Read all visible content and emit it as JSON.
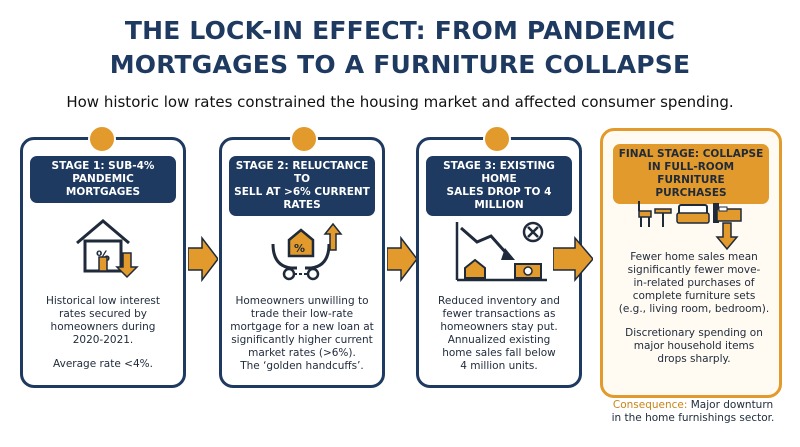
{
  "title_line1": "THE LOCK-IN EFFECT: FROM PANDEMIC",
  "title_line2": "MORTGAGES TO A FURNITURE COLLAPSE",
  "subtitle": "How historic low rates constrained the housing market and affected consumer spending.",
  "stages": [
    {
      "heading_lines": [
        "STAGE 1: SUB-4%",
        "PANDEMIC MORTGAGES"
      ],
      "desc_lines": [
        "Historical low interest",
        "rates secured by",
        "homeowners during",
        "2020-2021."
      ],
      "desc2_lines": [
        "Average rate <4%."
      ],
      "icon": "house-percent-down-icon"
    },
    {
      "heading_lines": [
        "STAGE 2: RELUCTANCE TO",
        "SELL AT >6% CURRENT",
        "RATES"
      ],
      "desc_lines": [
        "Homeowners unwilling to",
        "trade their low-rate",
        "mortgage for a new loan at",
        "significantly higher current",
        "market rates (>6%).",
        "The ‘golden handcuffs’."
      ],
      "icon": "handcuffed-hands-house-icon"
    },
    {
      "heading_lines": [
        "STAGE 3: EXISTING HOME",
        "SALES DROP TO 4",
        "MILLION"
      ],
      "desc_lines": [
        "Reduced inventory and",
        "fewer transactions as",
        "homeowners stay put.",
        "Annualized existing",
        "home sales fall below",
        "4 million units."
      ],
      "icon": "declining-sales-chart-icon"
    },
    {
      "heading_lines": [
        "FINAL STAGE: COLLAPSE",
        "IN FULL-ROOM FURNITURE",
        "PURCHASES"
      ],
      "desc_lines": [
        "Fewer home sales mean",
        "significantly fewer move-",
        "in-related purchases of",
        "complete furniture sets",
        "(e.g., living room, bedroom)."
      ],
      "desc2_lines": [
        "Discretionary spending on",
        "major household items",
        "drops sharply."
      ],
      "icon": "furniture-down-icon"
    }
  ],
  "consequence": {
    "label": "Consequence:",
    "line1_rest": " Major downturn",
    "line2": "in the home furnishings sector."
  },
  "colors": {
    "navy": "#1f3a60",
    "orange": "#e19a2b"
  }
}
